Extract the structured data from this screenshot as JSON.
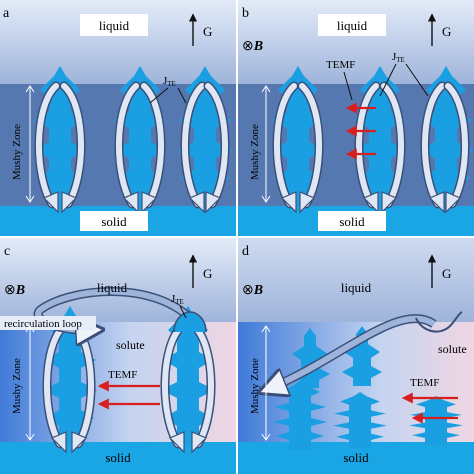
{
  "panels": {
    "a": {
      "letter": "a",
      "liquid": "liquid",
      "solid": "solid",
      "gravity": "G",
      "current": "J",
      "current_sub": "TE",
      "zone": "Mushy Zone"
    },
    "b": {
      "letter": "b",
      "liquid": "liquid",
      "solid": "solid",
      "gravity": "G",
      "field": "⊗",
      "field_vec": "B⃗",
      "temf": "TEMF",
      "current": "J",
      "current_sub": "TE",
      "zone": "Mushy Zone"
    },
    "c": {
      "letter": "c",
      "liquid": "liquid",
      "solid": "solid",
      "gravity": "G",
      "field": "⊗",
      "field_vec": "B⃗",
      "current": "J",
      "current_sub": "TE",
      "loop": "recirculation loop",
      "solute": "solute",
      "temf": "TEMF",
      "zone": "Mushy Zone"
    },
    "d": {
      "letter": "d",
      "liquid": "liquid",
      "solid": "solid",
      "gravity": "G",
      "field": "⊗",
      "field_vec": "B⃗",
      "solute": "solute",
      "temf": "TEMF",
      "zone": "Mushy Zone"
    }
  },
  "colors": {
    "liquid_top": "#dde7f7",
    "liquid_bottom": "#a3b8de",
    "mushy": "#5678b0",
    "solid": "#1aa6e4",
    "dendrite": "#1aa0e2",
    "temf_arrow": "#d81f1f",
    "outline": "#3c4f78"
  }
}
